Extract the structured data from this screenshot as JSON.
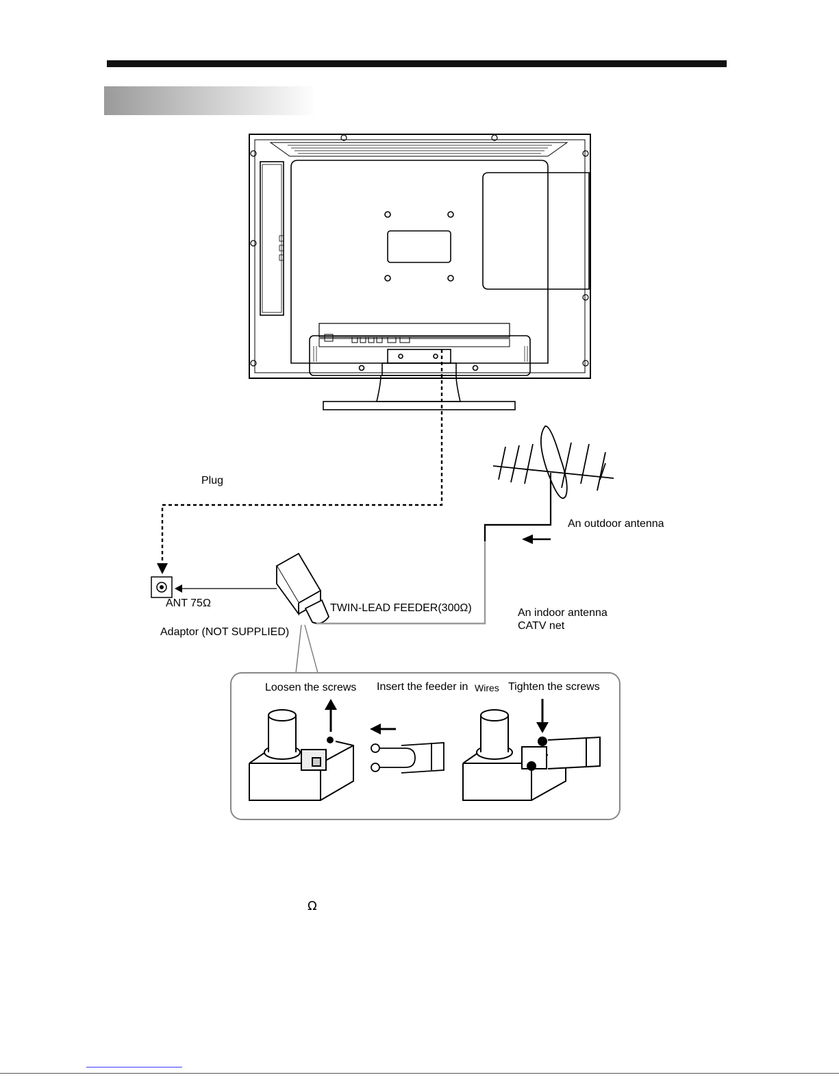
{
  "labels": {
    "plug": "Plug",
    "outdoor_antenna": "An outdoor antenna",
    "ant75": "ANT 75Ω",
    "twin_lead": "TWIN-LEAD FEEDER(300Ω)",
    "indoor_antenna": "An indoor antenna",
    "catv": "CATV net",
    "adaptor": "Adaptor  (NOT SUPPLIED)",
    "loosen": "Loosen the screws",
    "insert": "Insert the feeder in",
    "wires": "Wires",
    "tighten": "Tighten the screws",
    "omega": "Ω"
  }
}
